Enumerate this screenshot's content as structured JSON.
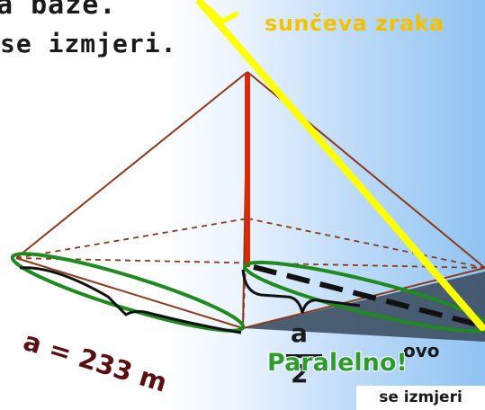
{
  "text": {
    "top_line_1": "a baze.",
    "top_line_2": "se izmjeri.",
    "sun_ray": "sunčeva zraka",
    "base_side": "a = 233 m",
    "half_num": "a",
    "half_den": "2",
    "ovo": "ovo",
    "parallel": "Paralelno!",
    "bottom_box": "se izmjeri"
  },
  "colors": {
    "pyramid_edges": "#8a3a1a",
    "height_line": "#d92a0a",
    "sun_ray": "#ffff00",
    "ellipse": "#1f8a1f",
    "shadow": "#3d4f63",
    "dashed_segment": "#111111",
    "sun_label": "#f2c200",
    "parallel_label": "#2e9b2e"
  }
}
